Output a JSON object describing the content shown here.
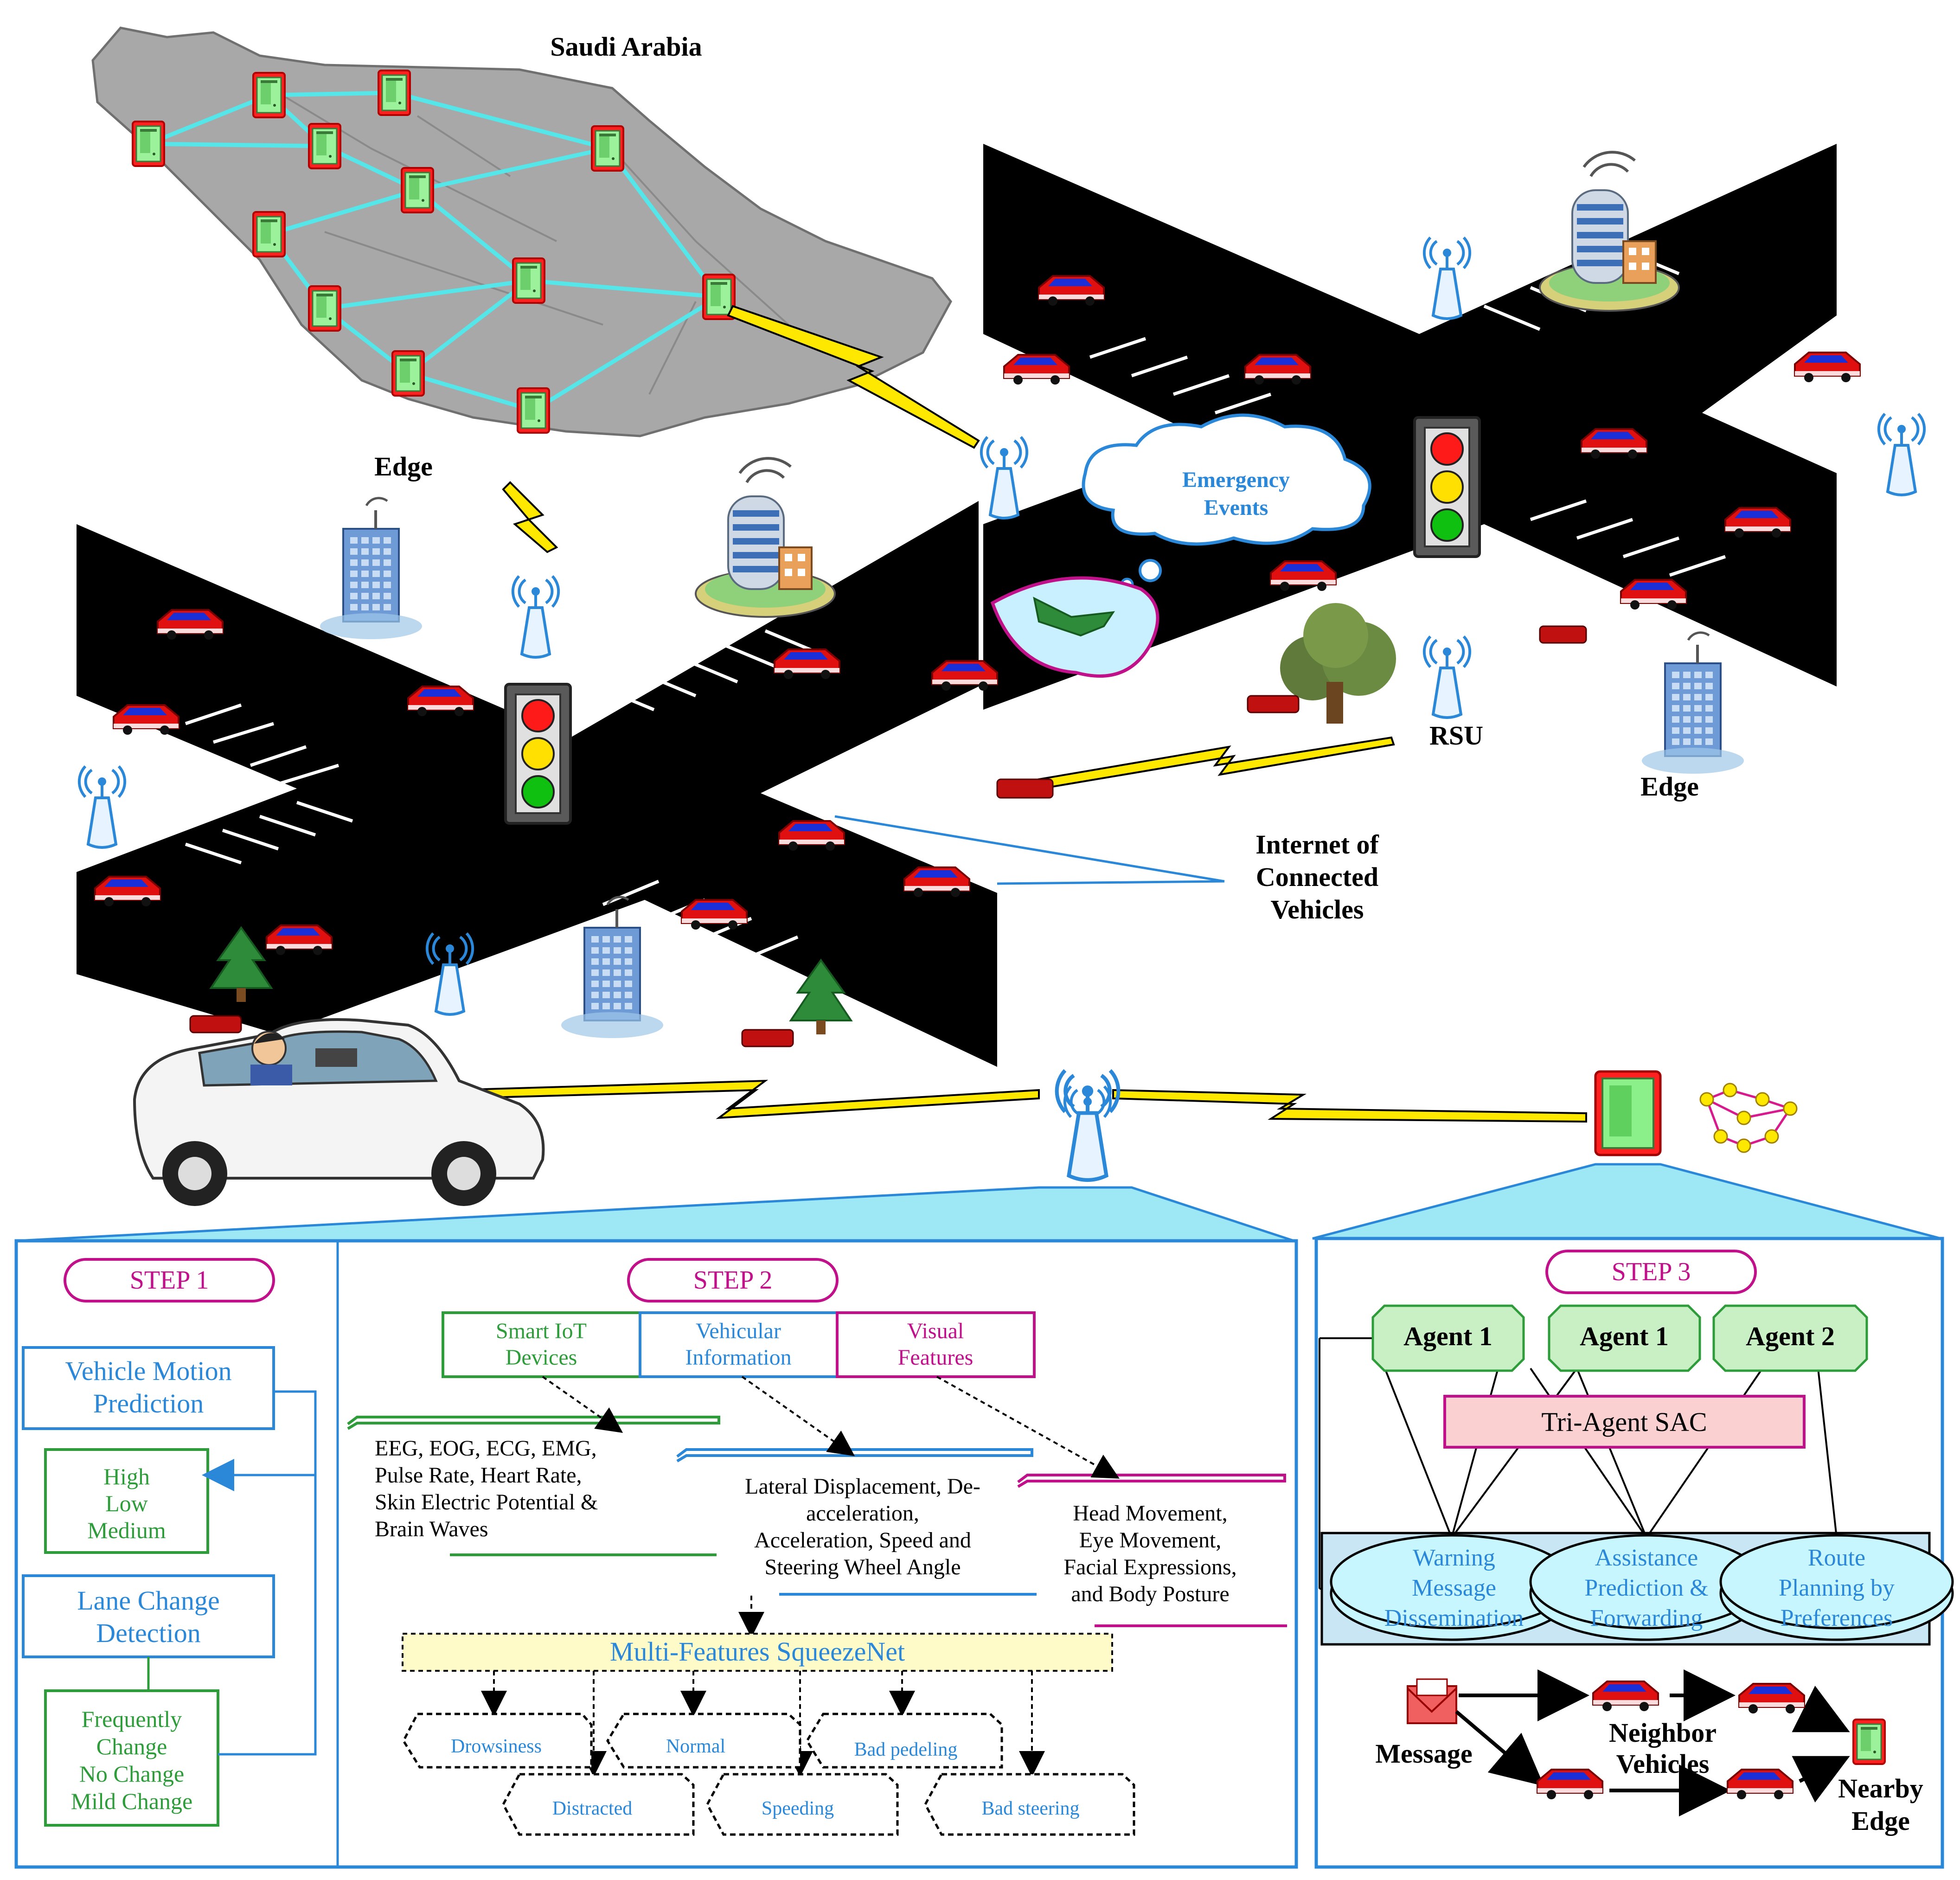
{
  "map": {
    "title": "Saudi Arabia",
    "edge_label": "Edge"
  },
  "network": {
    "emergency_line1": "Emergency",
    "emergency_line2": "Events",
    "rsu_label": "RSU",
    "edge_label": "Edge",
    "iocv_line1": "Internet of",
    "iocv_line2": "Connected",
    "iocv_line3": "Vehicles"
  },
  "step1": {
    "badge": "STEP 1",
    "motion_line1": "Vehicle Motion",
    "motion_line2": "Prediction",
    "levels": [
      "High",
      "Low",
      "Medium"
    ],
    "lane_line1": "Lane Change",
    "lane_line2": "Detection",
    "changes": [
      "Frequently",
      "Change",
      "No Change",
      "Mild Change"
    ]
  },
  "step2": {
    "badge": "STEP 2",
    "source1_line1": "Smart IoT",
    "source1_line2": "Devices",
    "source2_line1": "Vehicular",
    "source2_line2": "Information",
    "source3_line1": "Visual",
    "source3_line2": "Features",
    "iot_features": [
      "EEG, EOG, ECG, EMG,",
      "Pulse Rate, Heart Rate,",
      "Skin Electric Potential &",
      "Brain Waves"
    ],
    "vehicle_features": [
      "Lateral Displacement, De-",
      "acceleration,",
      "Acceleration, Speed and",
      "Steering Wheel Angle"
    ],
    "visual_features": [
      "Head Movement,",
      "Eye Movement,",
      "Facial Expressions,",
      "and Body Posture"
    ],
    "model": "Multi-Features SqueezeNet",
    "classes": [
      "Drowsiness",
      "Normal",
      "Bad pedeling",
      "Distracted",
      "Speeding",
      "Bad steering"
    ]
  },
  "step3": {
    "badge": "STEP 3",
    "agents": [
      "Agent 1",
      "Agent 1",
      "Agent 2"
    ],
    "sac": "Tri-Agent SAC",
    "services": [
      [
        "Warning",
        "Message",
        "Dissemination"
      ],
      [
        "Assistance",
        "Prediction &",
        "Forwarding"
      ],
      [
        "Route",
        "Planning by",
        "Preferences"
      ]
    ],
    "message_label": "Message",
    "neighbor_line1": "Neighbor",
    "neighbor_line2": "Vehicles",
    "nearby_line1": "Nearby",
    "nearby_line2": "Edge"
  }
}
